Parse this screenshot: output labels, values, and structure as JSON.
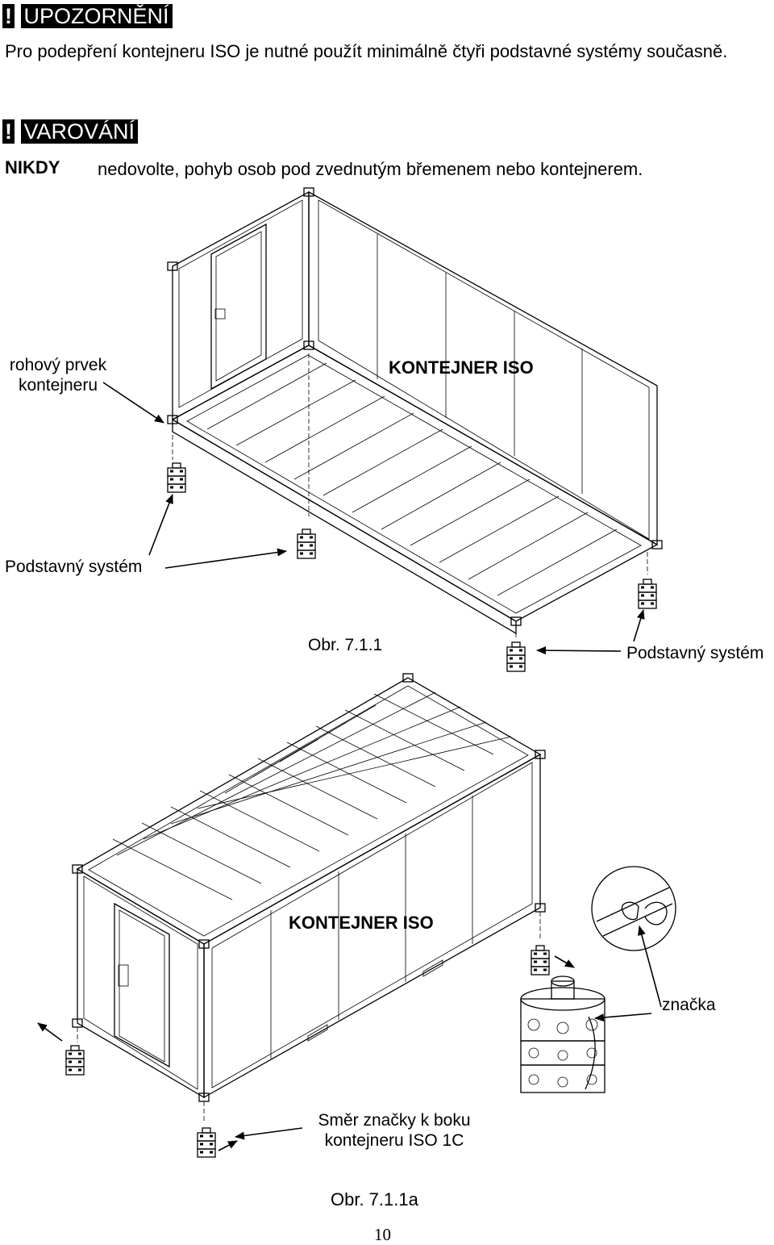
{
  "caution": {
    "mark": "!",
    "title": "UPOZORNĚNÍ",
    "text": "Pro podepření kontejneru ISO je nutné použít minimálně čtyři podstavné systémy současně."
  },
  "warning": {
    "mark": "!",
    "title": "VAROVÁNÍ",
    "keyword": "NIKDY",
    "text": "nedovolte, pohyb osob pod zvednutým břemenem nebo kontejnerem."
  },
  "figure1": {
    "corner_label_line1": "rohový prvek",
    "corner_label_line2": "kontejneru",
    "container_label": "KONTEJNER ISO",
    "support_label_left": "Podstavný systém",
    "support_label_right": "Podstavný systém",
    "caption": "Obr. 7.1.1"
  },
  "figure2": {
    "container_label": "KONTEJNER ISO",
    "mark_label": "značka",
    "direction_line1": "Směr značky k boku",
    "direction_line2": "kontejneru ISO 1C",
    "caption": "Obr. 7.1.1a"
  },
  "page_number": "10"
}
